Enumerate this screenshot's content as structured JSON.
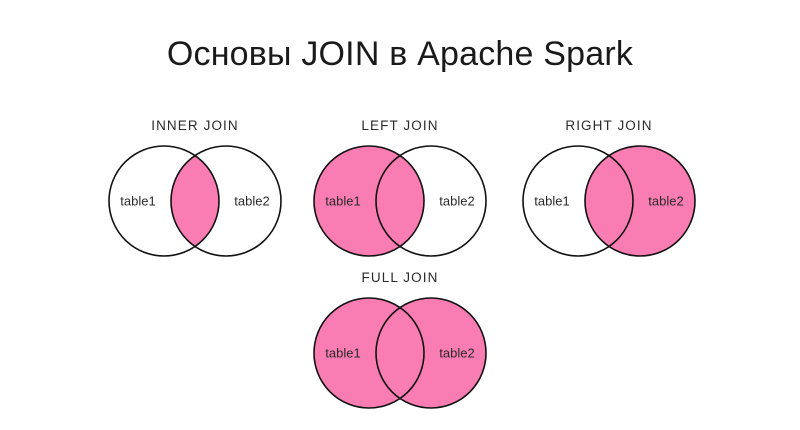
{
  "page": {
    "title": "Основы JOIN в Apache Spark",
    "background_color": "#ffffff",
    "accent_color": "#F97DB2",
    "outline_color": "#111111"
  },
  "diagrams": [
    {
      "id": "inner-join",
      "heading": "INNER JOIN",
      "left_label": "table1",
      "right_label": "table2",
      "left_filled": false,
      "right_filled": false,
      "intersection_filled": true
    },
    {
      "id": "left-join",
      "heading": "LEFT JOIN",
      "left_label": "table1",
      "right_label": "table2",
      "left_filled": true,
      "right_filled": false,
      "intersection_filled": true
    },
    {
      "id": "right-join",
      "heading": "RIGHT JOIN",
      "left_label": "table1",
      "right_label": "table2",
      "left_filled": false,
      "right_filled": true,
      "intersection_filled": true
    },
    {
      "id": "full-join",
      "heading": "FULL JOIN",
      "left_label": "table1",
      "right_label": "table2",
      "left_filled": true,
      "right_filled": true,
      "intersection_filled": true
    }
  ]
}
